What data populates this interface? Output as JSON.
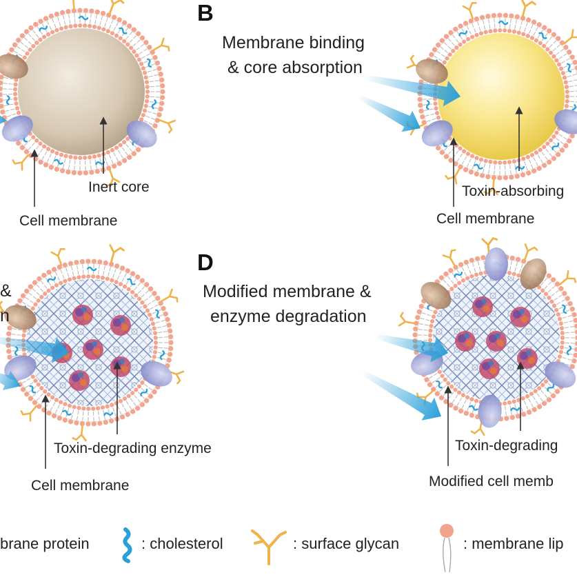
{
  "panels": {
    "a": {
      "inner_label": "Inert core",
      "outer_label": "Cell membrane"
    },
    "b": {
      "letter": "B",
      "title_line1": "Membrane binding",
      "title_line2": "& core absorption",
      "inner_label": "Toxin-absorbing",
      "outer_label": "Cell membrane"
    },
    "c": {
      "title_line1": "&",
      "title_line2": "n",
      "inner_label": "Toxin-degrading enzyme",
      "outer_label": "Cell membrane"
    },
    "d": {
      "letter": "D",
      "title_line1": "Modified membrane &",
      "title_line2": "enzyme degradation",
      "inner_label": "Toxin-degrading",
      "outer_label": "Modified cell memb"
    }
  },
  "legend": {
    "protein_label": "brane protein",
    "cholesterol_label": ": cholesterol",
    "glycan_label": ": surface glycan",
    "lipid_label": ": membrane lip"
  },
  "colors": {
    "lipid_head": "#f2a48e",
    "cholesterol": "#2a9fd8",
    "glycan": "#f0b24a",
    "protein_brown": "#b58a6a",
    "protein_purple": "#9aa0d6",
    "arrow": "#3aa6dc",
    "inert_core": "#d9ccb8",
    "absorbing_core": "#f7e27a",
    "scaffold": "#6e86b8",
    "enzyme": "#c24a6a"
  }
}
